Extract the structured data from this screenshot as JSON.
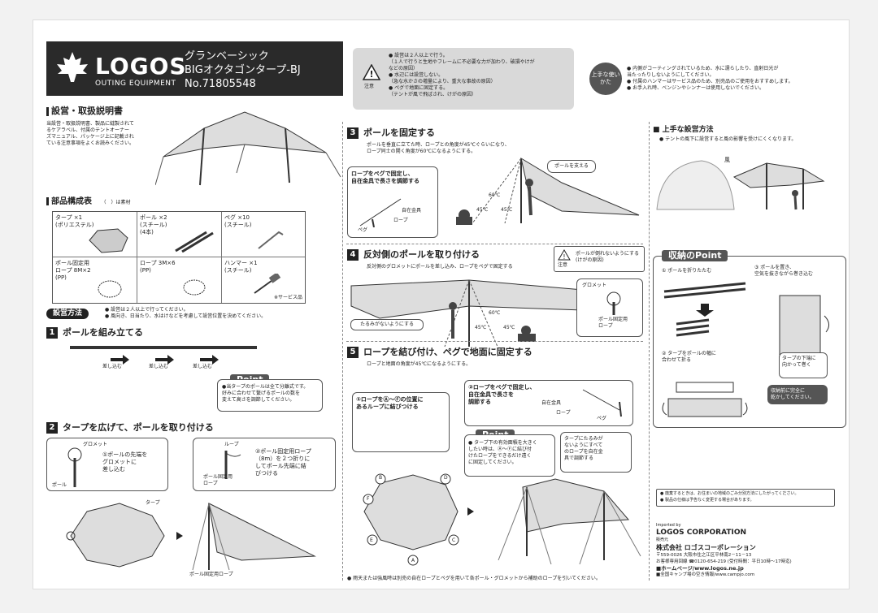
{
  "header": {
    "brand": "LOGOS",
    "brand_sub": "OUTING EQUIPMENT",
    "product_line1": "グランベーシック",
    "product_line2": "BIGオクタゴンタープ-BJ",
    "product_line3": "No.71805548"
  },
  "warning_box": {
    "label": "注意",
    "lines": [
      "● 設営は２人以上で行う。",
      "（１人で行うと生地やフレームに不必要な力が加わり、破損やけが",
      "などの原因）",
      "● 水辺には設営しない。",
      "（急な水かさの増量により、重大な事故の原因）",
      "● ペグで地面に固定する。",
      "（テントが風で飛ばされ、けがの原因）"
    ]
  },
  "tips_top": {
    "bubble": "上手な使いかた",
    "lines": [
      "● 内側がコーティングされているため、水に濡らしたり、直射日光が",
      "当たったりしないようにしてください。",
      "● 付属のハンマーはサービス品のため、別売品のご使用をおすすめします。",
      "● お手入れ時、ベンジンやシンナーは使用しないでください。"
    ]
  },
  "manual_title": "設営・取扱説明書",
  "manual_intro": [
    "当設営・取扱説明書、製品に縫製されて",
    "るケアラベル、付属のテントオーナー",
    "ズマニュアル、パッケージ上に記載され",
    "ている注意事項をよくお読みください。"
  ],
  "parts": {
    "title": "部品構成表",
    "note": "（　）は素材",
    "items": [
      {
        "name": "タープ ×1",
        "mat": "(ポリエステル)"
      },
      {
        "name": "ポール ×2",
        "mat": "(スチール)\n(4本)"
      },
      {
        "name": "ペグ ×10",
        "mat": "(スチール)"
      },
      {
        "name": "ポール固定用\nロープ 8M×2",
        "mat": "(PP)"
      },
      {
        "name": "ロープ 3M×6",
        "mat": "(PP)"
      },
      {
        "name": "ハンマー ×1",
        "mat": "(スチール)"
      }
    ],
    "service_note": "※サービス品"
  },
  "setup": {
    "title": "設営方法",
    "bullets": [
      "● 設営は２人以上で行ってください。",
      "● 風向き、日当たり、水はけなどを考慮して設営位置を決めてください。"
    ]
  },
  "step1": {
    "num": "1",
    "title": "ポールを組み立てる",
    "labels": [
      "差し込む",
      "差し込む",
      "差し込む"
    ],
    "point_badge": "Point",
    "point_lines": [
      "●当タープのポールは全て分離式です。",
      "好みに合わせて繋げるポールの数を",
      "変えて高さを調節してください。"
    ]
  },
  "step2": {
    "num": "2",
    "title": "タープを広げて、ポールを取り付ける",
    "box1_label": "グロメット",
    "box1_text": "①ポールの先端を\nグロメットに\n差し込む",
    "box1_pole": "ポール",
    "box2_label": "ループ",
    "box2_text": "②ポール固定用ロープ\n（8m）を２つ折りに\nしてポール先端に結\nびつける",
    "box2_rope": "ポール固定用\nロープ",
    "tarp_label": "タープ",
    "rope_label": "ポール固定用ロープ"
  },
  "step3": {
    "num": "3",
    "title": "ポールを固定する",
    "desc": [
      "ポールを垂直に立てた時、ロープとの角度が45℃ぐらいになり、",
      "ロープ同士の開く角度が60℃になるようにする。"
    ],
    "callout": "ロープをペグで固定し、\n自在金具で長さを調節する",
    "jizai": "自在金具",
    "rope": "ロープ",
    "peg": "ペグ",
    "pole_support": "ポールを支える",
    "angle60": "60℃",
    "angle45a": "45℃",
    "angle45b": "45℃"
  },
  "step4": {
    "num": "4",
    "title": "反対側のポールを取り付ける",
    "desc": "反対側のグロメットにポールを差し込み、ロープをペグで固定する",
    "warn_label": "注意",
    "warn_text": "ポールが倒れないようにする\n(けがの原因)",
    "slack": "たるみがないようにする",
    "grommet": "グロメット",
    "pole_rope": "ポール固定用\nロープ",
    "angle60": "60℃",
    "angle45a": "45℃",
    "angle45b": "45℃"
  },
  "step5": {
    "num": "5",
    "title": "ロープを結び付け、ペグで地面に固定する",
    "desc": "ロープと地面の角度が45℃になるようにする。",
    "callout1": "①ロープをⒶ～Ⓕの位置に\nあるループに結びつける",
    "callout2": "②ロープをペグで固定し、\n自在金具で長さを\n調節する",
    "jizai": "自在金具",
    "rope": "ロープ",
    "peg": "ペグ",
    "point_badge": "Point",
    "point_text": "● タープ下の有効面積を大きく\nしたい時は、Ⓐ～Ⓕに結び付\nけたロープをできるだけ遠く\nに固定してください。",
    "slack_note": "タープにたるみが\nないようにすべて\nのロープを自在金\n具で調節する",
    "letters": [
      "A",
      "B",
      "C",
      "D",
      "E",
      "F"
    ],
    "bottom_note": "● 雨天または強風時は別売の自在ロープとペグを用いて各ポール・グロメットから補助のロープを引いてください。"
  },
  "right": {
    "tips_title": "■ 上手な設営方法",
    "tips_line": "● テントの風下に設営すると風の影響を受けにくくなります。",
    "wind": "風",
    "storage_title": "収納のPoint",
    "s1": "① ポールを折りたたむ",
    "s2": "② タープをポールの幅に\n合わせて折る",
    "s3": "③ ポールを置き、\n空気を抜きながら巻き込む",
    "s3b": "タープの下端に\n向かって巻く",
    "s4": "収納前に完全に\n乾かしてください。",
    "notice": [
      "● 廃棄するときは、お住まいの地域のごみ分別方法にしたがってください。",
      "● 製品の仕様は予告なく変更する場合があります。"
    ],
    "corp_small": "Imported by",
    "corp": "LOGOS CORPORATION",
    "corp_jp_pre": "販売元",
    "corp_jp": "株式会社 ロゴスコーポレーション",
    "address": "〒559-0026 大阪市住之江区平林南2－11－13",
    "tel": "お客様専用回線 ☎0120-654-219 (受付時間：平日10時～17時迄)",
    "web1": "■ホームページ/www.logos.ne.jp",
    "web2": "■全国キャンプ場の空き情報/www.campjo.com"
  }
}
